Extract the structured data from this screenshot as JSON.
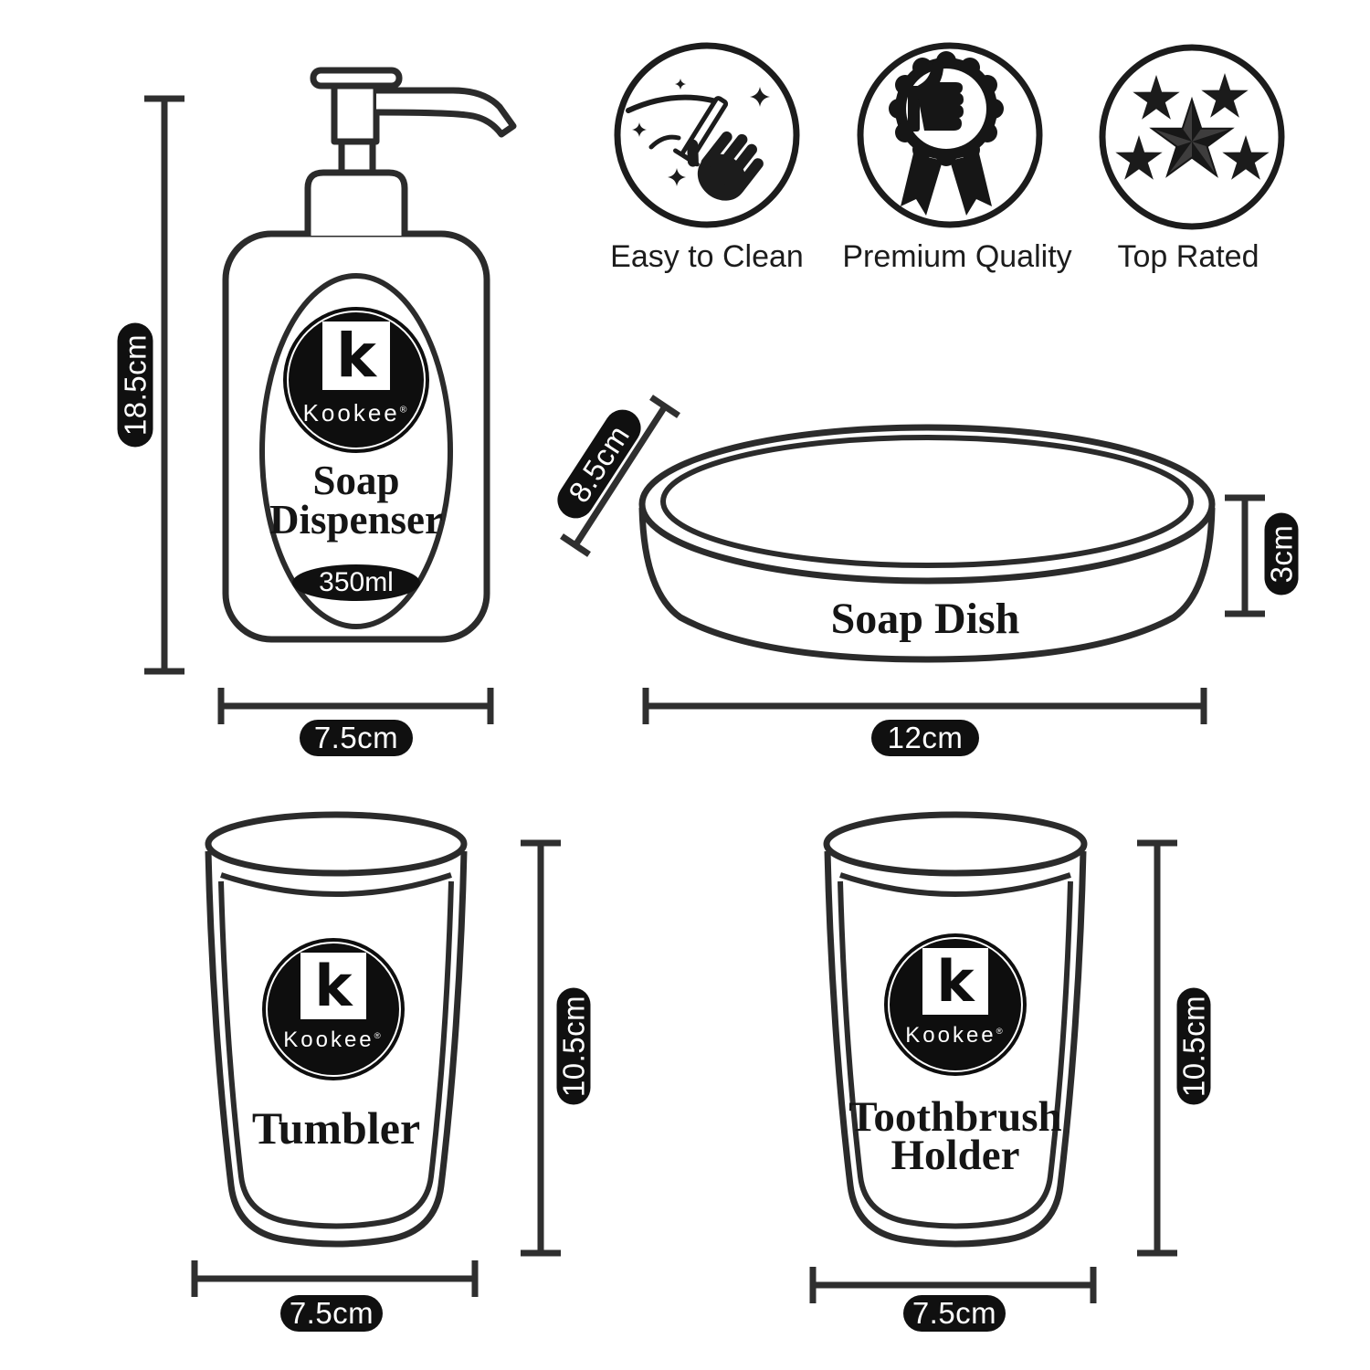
{
  "colors": {
    "ink": "#2b2b2b",
    "badge_fill": "#101010",
    "background": "#ffffff"
  },
  "brand": {
    "wordmark": "Kookee",
    "registered": "®",
    "monogram": "k"
  },
  "features": [
    {
      "label": "Easy to Clean",
      "icon": "sparkle-hand-icon"
    },
    {
      "label": "Premium Quality",
      "icon": "ribbon-badge-icon"
    },
    {
      "label": "Top Rated",
      "icon": "five-stars-icon"
    }
  ],
  "products": {
    "soap_dispenser": {
      "name_line1": "Soap",
      "name_line2": "Dispenser",
      "capacity": "350ml",
      "height": "18.5cm",
      "width": "7.5cm"
    },
    "soap_dish": {
      "name": "Soap Dish",
      "top_diameter": "8.5cm",
      "height": "3cm",
      "width": "12cm"
    },
    "tumbler": {
      "name": "Tumbler",
      "height": "10.5cm",
      "width": "7.5cm"
    },
    "toothbrush_holder": {
      "name_line1": "Toothbrush",
      "name_line2": "Holder",
      "height": "10.5cm",
      "width": "7.5cm"
    }
  }
}
